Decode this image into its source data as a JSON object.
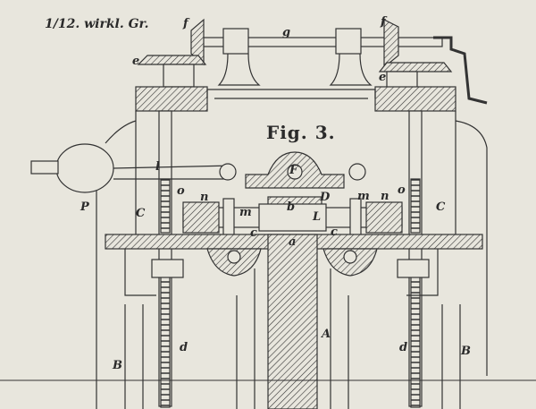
{
  "scale_note": "1/12. wirkl. Gr.",
  "figure_title": "Fig. 3.",
  "labels": {
    "f_left": "f",
    "g": "g",
    "f_right": "f",
    "e_left": "e",
    "e_right": "e",
    "l": "l",
    "P": "P",
    "C_left": "C",
    "C_right": "C",
    "o_left": "o",
    "n_left": "n",
    "m_left": "m",
    "F": "F",
    "D": "D",
    "b": "b",
    "L": "L",
    "m_right": "m",
    "n_right": "n",
    "o_right": "o",
    "c_left": "c",
    "a": "a",
    "c_right": "c",
    "A": "A",
    "d_left": "d",
    "d_right": "d",
    "B_left": "B",
    "B_right": "B"
  },
  "colors": {
    "paper": "#e8e6dd",
    "ink": "#2a2a2a"
  }
}
